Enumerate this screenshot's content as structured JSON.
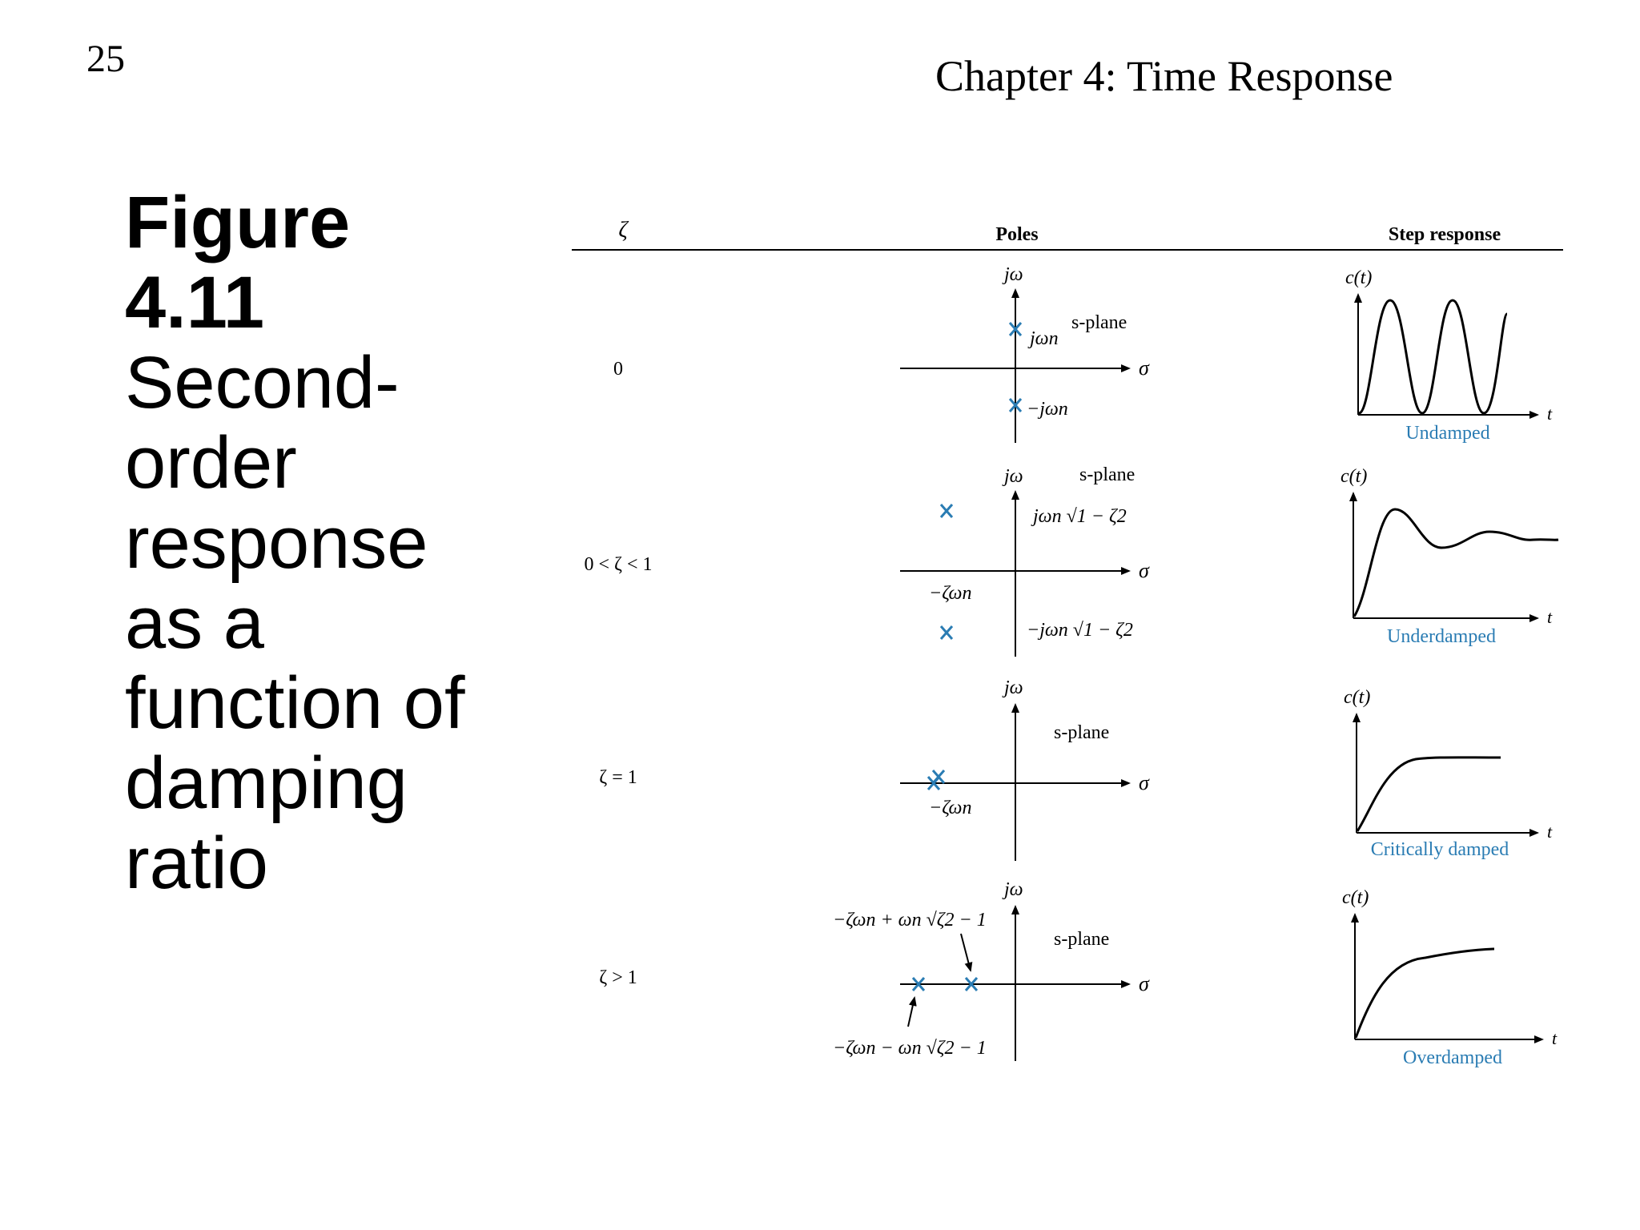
{
  "header": {
    "page_number": "25",
    "chapter_title": "Chapter 4: Time Response"
  },
  "caption": {
    "figure_label": "Figure 4.11",
    "text": "Second-order response as a function of damping ratio"
  },
  "table": {
    "col_zeta": "ζ",
    "col_poles": "Poles",
    "col_step": "Step response"
  },
  "axis_labels": {
    "jw": "jω",
    "sigma": "σ",
    "splane": "s-plane",
    "ct": "c(t)",
    "t": "t"
  },
  "rows": [
    {
      "zeta": "0",
      "response_label": "Undamped",
      "pole_labels": [
        "jωn",
        "−jωn"
      ]
    },
    {
      "zeta": "0 < ζ < 1",
      "response_label": "Underdamped",
      "pole_labels": [
        "jωn √1 − ζ2",
        "−ζωn",
        "−jωn √1 − ζ2"
      ]
    },
    {
      "zeta": "ζ = 1",
      "response_label": "Critically damped",
      "pole_labels": [
        "−ζωn"
      ]
    },
    {
      "zeta": "ζ > 1",
      "response_label": "Overdamped",
      "pole_labels": [
        "−ζωn + ωn √ζ2 − 1",
        "−ζωn − ωn √ζ2 − 1"
      ]
    }
  ],
  "colors": {
    "pole_marker": "#2a7cb3",
    "response_label": "#2a7cb3",
    "ink": "#000000"
  }
}
